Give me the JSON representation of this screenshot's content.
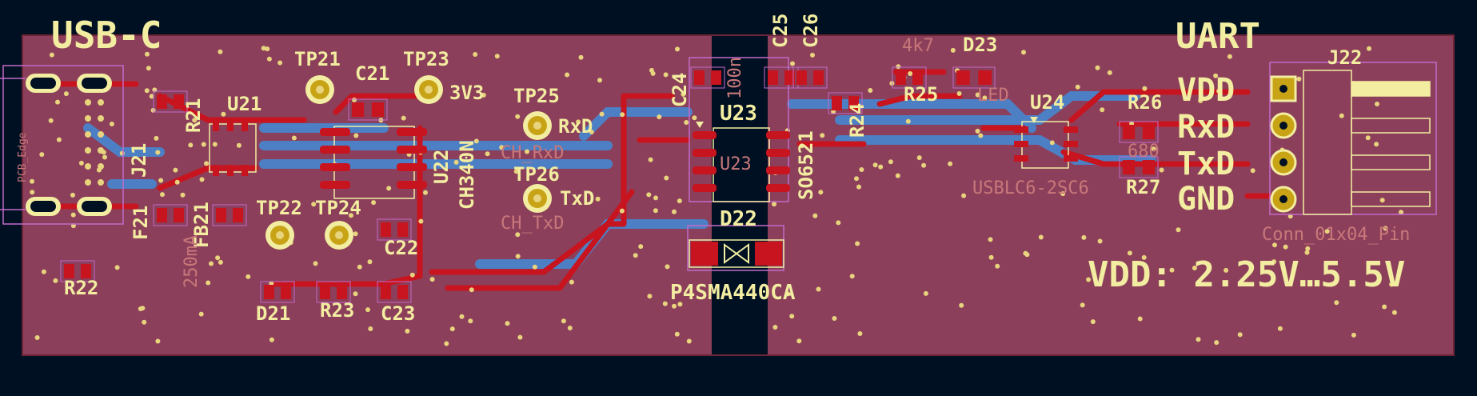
{
  "board": {
    "colors": {
      "background": "#001023",
      "copper_back": "#8c3f5a",
      "copper_front": "#c8141e",
      "trace_back": "#4d7fc4",
      "silkscreen": "#f2eda1",
      "fab": "#c8787a",
      "via": "#e8d47e",
      "courtyard": "#c26bc9"
    },
    "headings": {
      "usb": "USB-C",
      "uart": "UART",
      "vdd_range": "VDD: 2.25V…5.5V"
    },
    "edge_label": "PCB_Edge",
    "pins": [
      "VDD",
      "RxD",
      "TxD",
      "GND"
    ],
    "test_points": [
      {
        "ref": "TP21",
        "net": ""
      },
      {
        "ref": "TP22",
        "net": ""
      },
      {
        "ref": "TP23",
        "net": "3V3"
      },
      {
        "ref": "TP24",
        "net": ""
      },
      {
        "ref": "TP25",
        "net": "RxD"
      },
      {
        "ref": "TP26",
        "net": "TxD"
      }
    ],
    "designators": {
      "usb_side": [
        "J21",
        "R21",
        "U21",
        "F21",
        "FB21",
        "R22",
        "C21",
        "U22",
        "C22",
        "C23",
        "D21",
        "R23",
        "CH340N"
      ],
      "iso_side": [
        "C24",
        "C25",
        "C26",
        "U23",
        "D22",
        "P4SMA440CA",
        "R24"
      ],
      "uart_side": [
        "R25",
        "4k7",
        "D23",
        "U24",
        "R26",
        "680",
        "R27",
        "J22",
        "Conn_01x04_Pin"
      ]
    },
    "fab_notes": {
      "ch_rxd": "CH_RxD",
      "ch_txd": "CH_TxD",
      "u23_name": "SO6521",
      "u24_name": "USBLC6-2SC6",
      "cap_100n": "100n",
      "led": "LED",
      "fuse": "250mA"
    }
  }
}
